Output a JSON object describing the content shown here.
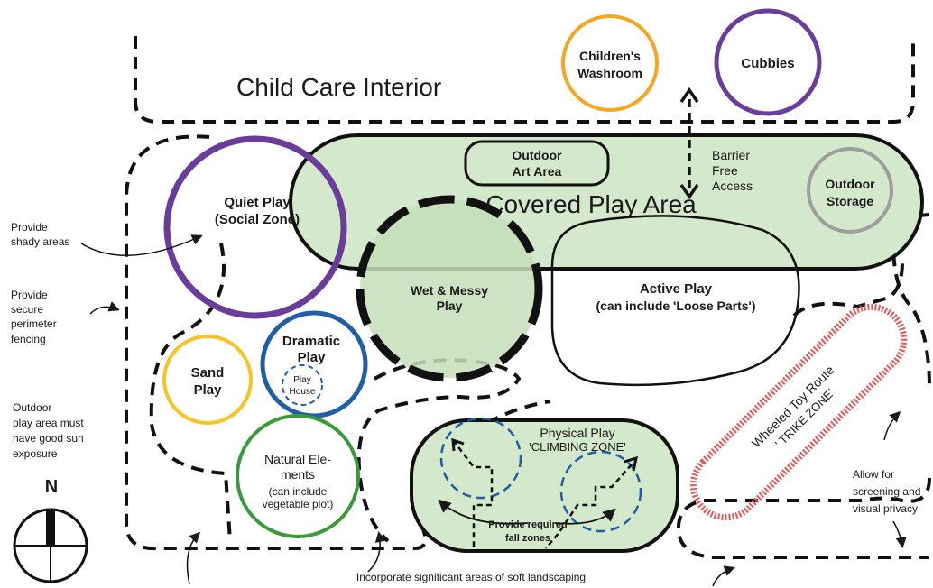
{
  "interior": {
    "title": "Child Care Interior"
  },
  "washroom": {
    "line1": "Children's",
    "line2": "Washroom",
    "color": "#f5a623"
  },
  "cubbies": {
    "label": "Cubbies",
    "color": "#6a3d9a"
  },
  "barrier": {
    "line1": "Barrier",
    "line2": "Free",
    "line3": "Access"
  },
  "covered": {
    "title": "Covered Play Area",
    "fill": "#d4e9cc"
  },
  "art": {
    "line1": "Outdoor",
    "line2": "Art Area"
  },
  "storage": {
    "line1": "Outdoor",
    "line2": "Storage",
    "color": "#9e9e9e"
  },
  "quiet": {
    "line1": "Quiet Play",
    "line2": "(Social Zone)",
    "color": "#6a3d9a"
  },
  "wet": {
    "line1": "Wet & Messy",
    "line2": "Play"
  },
  "active": {
    "line1": "Active Play",
    "line2": "(can include 'Loose Parts')"
  },
  "sand": {
    "line1": "Sand",
    "line2": "Play",
    "color": "#f7c325"
  },
  "dramatic": {
    "line1": "Dramatic",
    "line2": "Play",
    "color": "#1f5ea8"
  },
  "playhouse": {
    "line1": "Play",
    "line2": "House"
  },
  "natural": {
    "line1": "Natural Ele-",
    "line2": "ments",
    "line3": "(can include",
    "line4": "vegetable plot)",
    "color": "#3a9a3a"
  },
  "physical": {
    "line1": "Physical Play",
    "line2": "'CLIMBING ZONE'"
  },
  "fallzones": {
    "line1": "Provide required",
    "line2": "fall zones"
  },
  "trike": {
    "line1": "Wheeled Toy Route",
    "line2": "' TRIKE ZONE'",
    "color": "#e05a5a"
  },
  "notes": {
    "shady1": "Provide",
    "shady2": "shady areas",
    "fence1": "Provide",
    "fence2": "secure",
    "fence3": "perimeter",
    "fence4": "fencing",
    "sun1": "Outdoor",
    "sun2": "play area must",
    "sun3": "have good sun",
    "sun4": "exposure",
    "screen1": "Allow for",
    "screen2": "screening and",
    "screen3": "visual privacy",
    "soft": "Incorporate significant areas of soft landscaping"
  },
  "compass": {
    "label": "N"
  }
}
